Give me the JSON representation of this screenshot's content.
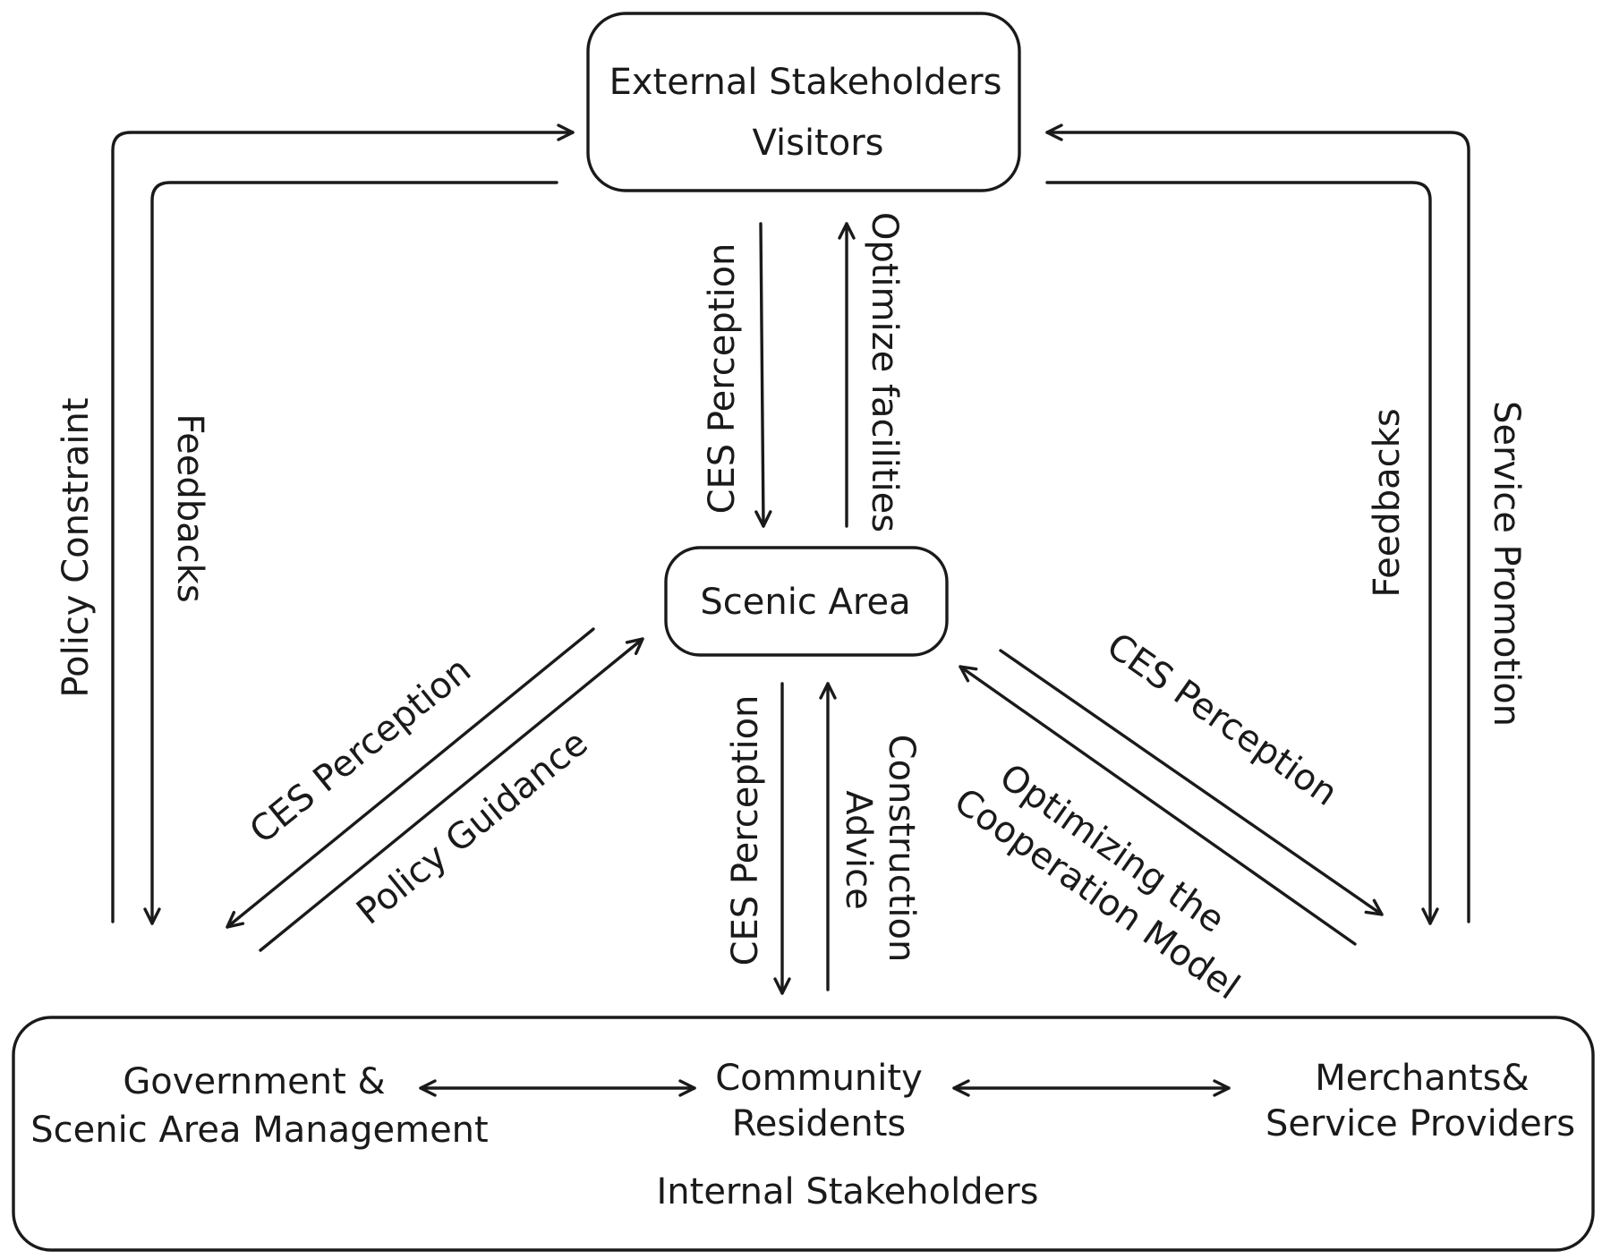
{
  "nodes": {
    "external": {
      "line1": "External Stakeholders",
      "line2": "Visitors"
    },
    "scenic": {
      "label": "Scenic Area"
    },
    "internal": {
      "title": "Internal Stakeholders",
      "government": {
        "line1": "Government &",
        "line2": "Scenic Area Management"
      },
      "community": {
        "line1": "Community",
        "line2": "Residents"
      },
      "merchants": {
        "line1": "Merchants&",
        "line2": "Service Providers"
      }
    }
  },
  "edges": {
    "policy_constraint": "Policy Constraint",
    "feedbacks_left": "Feedbacks",
    "ces_top": "CES Perception",
    "optimize_facilities": "Optimize facilities",
    "feedbacks_right": "Feedbacks",
    "service_promotion": "Service Promotion",
    "ces_left": "CES Perception",
    "policy_guidance": "Policy Guidance",
    "ces_bottom": "CES Perception",
    "construction_advice": {
      "line1": "Construction",
      "line2": "Advice"
    },
    "ces_right": "CES Perception",
    "optimizing_coop": {
      "line1": "Optimizing the",
      "line2": "Cooperation Model"
    }
  }
}
